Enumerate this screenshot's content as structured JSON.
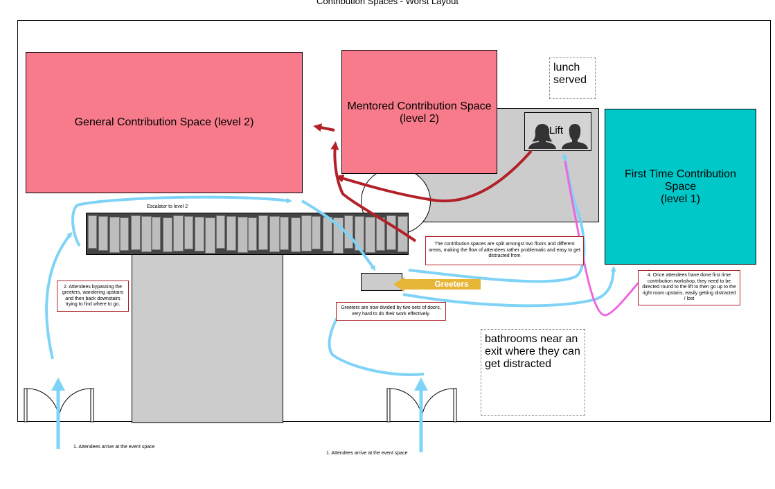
{
  "title": "Contribution Spaces - Worst Layout",
  "rooms": {
    "general": "General Contribution Space (level 2)",
    "mentored_line1": "Mentored Contribution Space",
    "mentored_line2": "(level 2)",
    "first_time_line1": "First Time Contribution",
    "first_time_line2": "Space",
    "first_time_line3": "(level 1)"
  },
  "lift_label": "Lift",
  "lunch": {
    "line1": "lunch",
    "line2": "served"
  },
  "bathrooms": "bathrooms near an exit where they can get distracted",
  "escalator_label": "Escalator to level 2",
  "greeters_label": "Greeters",
  "notes": {
    "flow": "The contribution spaces are split amongst two floors and different areas, making the flow of attendees rather problematic and easy to get distracted from",
    "bypass": "2. Attendees bypassing the greeters, wandering upstairs and then back downstairs trying to find where to go.",
    "greeters_divided": "Greeters are now divided by two sets of doors, very hard to do their work effectively.",
    "first_time": "4. Once attendees have done first time contribution workshop, they need to be directed round to the lift to then go up to the right room upstairs, easily getting distracted / lost"
  },
  "arrive_left": "1. Attendees arrive at the event space",
  "arrive_right": "1. Attendees arrive at the event space",
  "colors": {
    "room_pink": "#f77b8b",
    "room_teal": "#00c8c8",
    "grey_area": "#cccccc",
    "flow_blue": "#7fd3f7",
    "flow_red": "#b22028",
    "flow_magenta": "#ee66dd",
    "greeters_yellow": "#e6b535"
  },
  "icons": [
    "person-icon",
    "person-icon"
  ]
}
